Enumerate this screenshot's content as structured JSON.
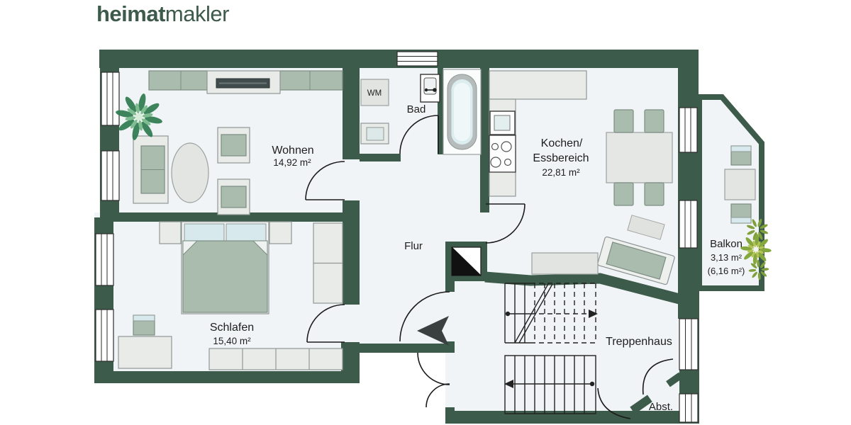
{
  "logo": {
    "text_bold": "heimat",
    "text_light": "makler"
  },
  "colors": {
    "wall": "#3d5b4a",
    "floor": "#f1f4f6",
    "outline": "#1c1c1c",
    "furniture_fill": "#e9ebe9",
    "furniture_stroke": "#8f9894",
    "upholstery": "#a9bcae",
    "glass_blue": "#d7e9ec",
    "tv_screen": "#414c4c",
    "logo_green": "#3d5a4b",
    "plant_green": "#2e7a50",
    "balcony_plant_green": "#7fa03c"
  },
  "rooms": {
    "wohnen": {
      "name": "Wohnen",
      "area": "14,92 m²"
    },
    "schlafen": {
      "name": "Schlafen",
      "area": "15,40 m²"
    },
    "bad": {
      "name": "Bad"
    },
    "flur": {
      "name": "Flur"
    },
    "kochen": {
      "line1": "Kochen/",
      "line2": "Essbereich",
      "area": "22,81 m²"
    },
    "balkon": {
      "name": "Balkon",
      "area": "3,13 m²",
      "area_total": "(6,16 m²)"
    },
    "treppenhaus": {
      "name": "Treppenhaus"
    },
    "abstellraum": {
      "name": "Abst."
    }
  },
  "appliances": {
    "washing_machine": "WM"
  }
}
